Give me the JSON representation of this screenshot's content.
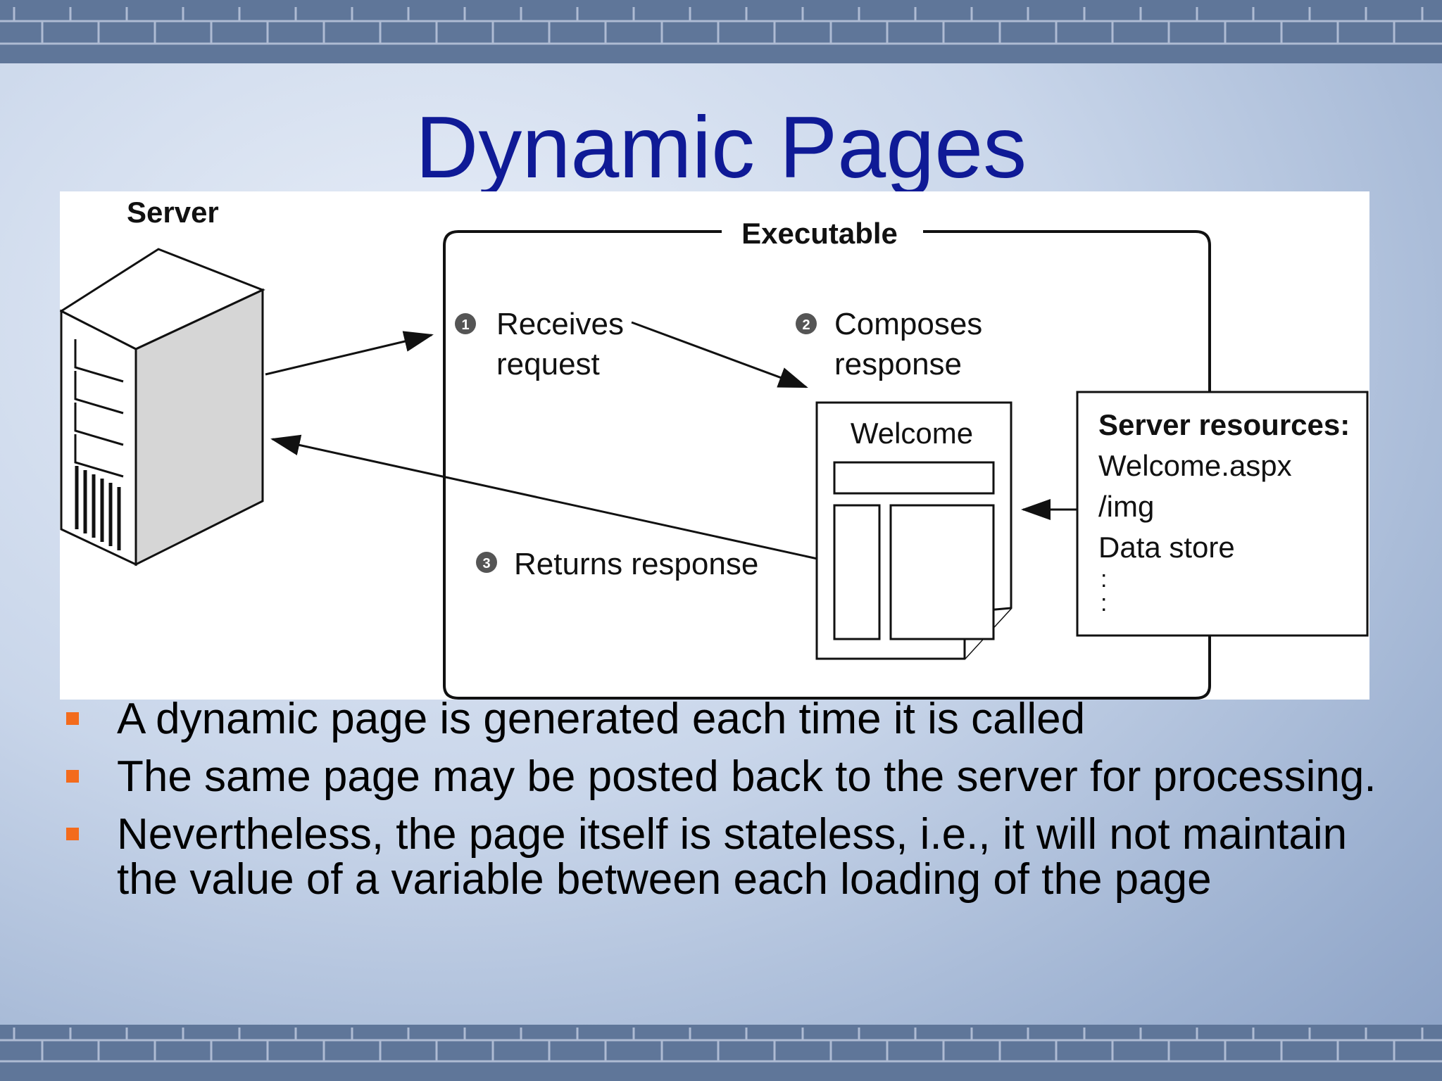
{
  "slide": {
    "title": "Dynamic Pages"
  },
  "diagram": {
    "server_label": "Server",
    "executable_label": "Executable",
    "step1_number": "1",
    "step1_line1": "Receives",
    "step1_line2": "request",
    "step2_number": "2",
    "step2_line1": "Composes",
    "step2_line2": "response",
    "step3_number": "3",
    "step3_label": "Returns response",
    "page_label": "Welcome",
    "resources_title": "Server resources:",
    "resources_items": [
      "Welcome.aspx",
      "/img",
      "Data store"
    ],
    "resources_ellipsis": ":"
  },
  "bullets": [
    "A dynamic page is generated each time it is called",
    "The same page may be posted back to the server for processing.",
    "Nevertheless, the page itself is stateless, i.e., it will not maintain the value of a variable between each loading of the page"
  ],
  "colors": {
    "title": "#0f1a96",
    "bullet_marker": "#f36b1c",
    "band": "#5f7699"
  }
}
